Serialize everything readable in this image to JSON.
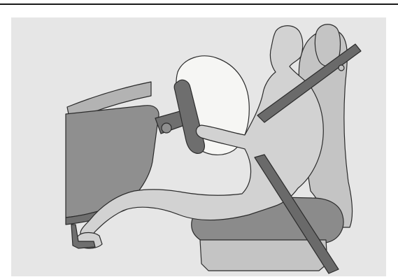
{
  "image": {
    "subject": "airbag-seatbelt-illustration",
    "elements": [
      "top-rule",
      "background-panel",
      "dashboard",
      "steering-column",
      "steering-wheel",
      "front-airbag",
      "seat-backrest",
      "headrest",
      "seat-cushion",
      "occupant",
      "seat-belt",
      "pedal"
    ]
  },
  "colors": {
    "rule": "#1a1a1a",
    "background": "#e6e6e6",
    "dashboard": "#8f8f8f",
    "dashboard_edge": "#6f6f6f",
    "dashboard_top": "#b3b3b3",
    "steering_wheel": "#6e6e6e",
    "airbag": "#f6f6f4",
    "seat": "#c4c4c4",
    "seat_cushion": "#8b8b8b",
    "occupant": "#d2d2d2",
    "belt": "#6a6a6a",
    "outline": "#2b2b2b"
  }
}
